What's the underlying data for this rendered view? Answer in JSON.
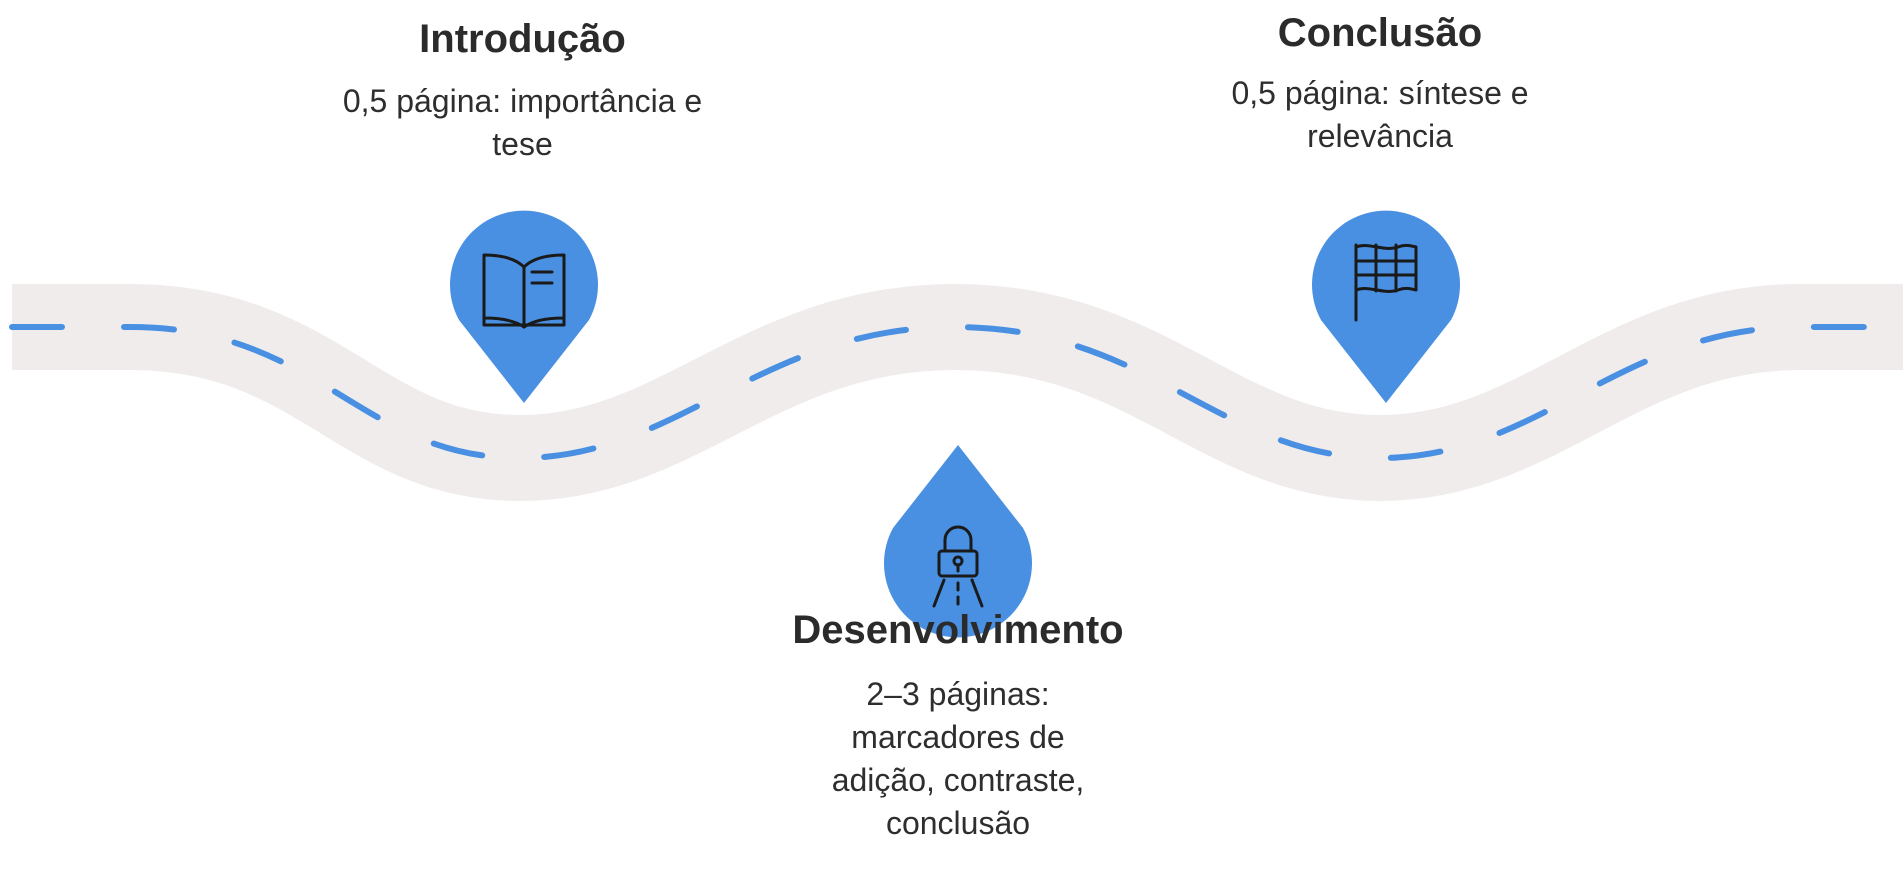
{
  "colors": {
    "road": "#f0ecec",
    "lane_marking": "#4a90e2",
    "marker": "#4a90e2",
    "icon_stroke": "#1a1a1a"
  },
  "steps": [
    {
      "id": "introducao",
      "title": "Introdução",
      "description": "0,5 página: importância e tese",
      "icon": "open-book-icon"
    },
    {
      "id": "desenvolvimento",
      "title": "Desenvolvimento",
      "description": "2–3 páginas: marcadores de adição, contraste, conclusão",
      "icon": "locked-road-icon"
    },
    {
      "id": "conclusao",
      "title": "Conclusão",
      "description": "0,5 página: síntese e relevância",
      "icon": "checkered-flag-icon"
    }
  ]
}
